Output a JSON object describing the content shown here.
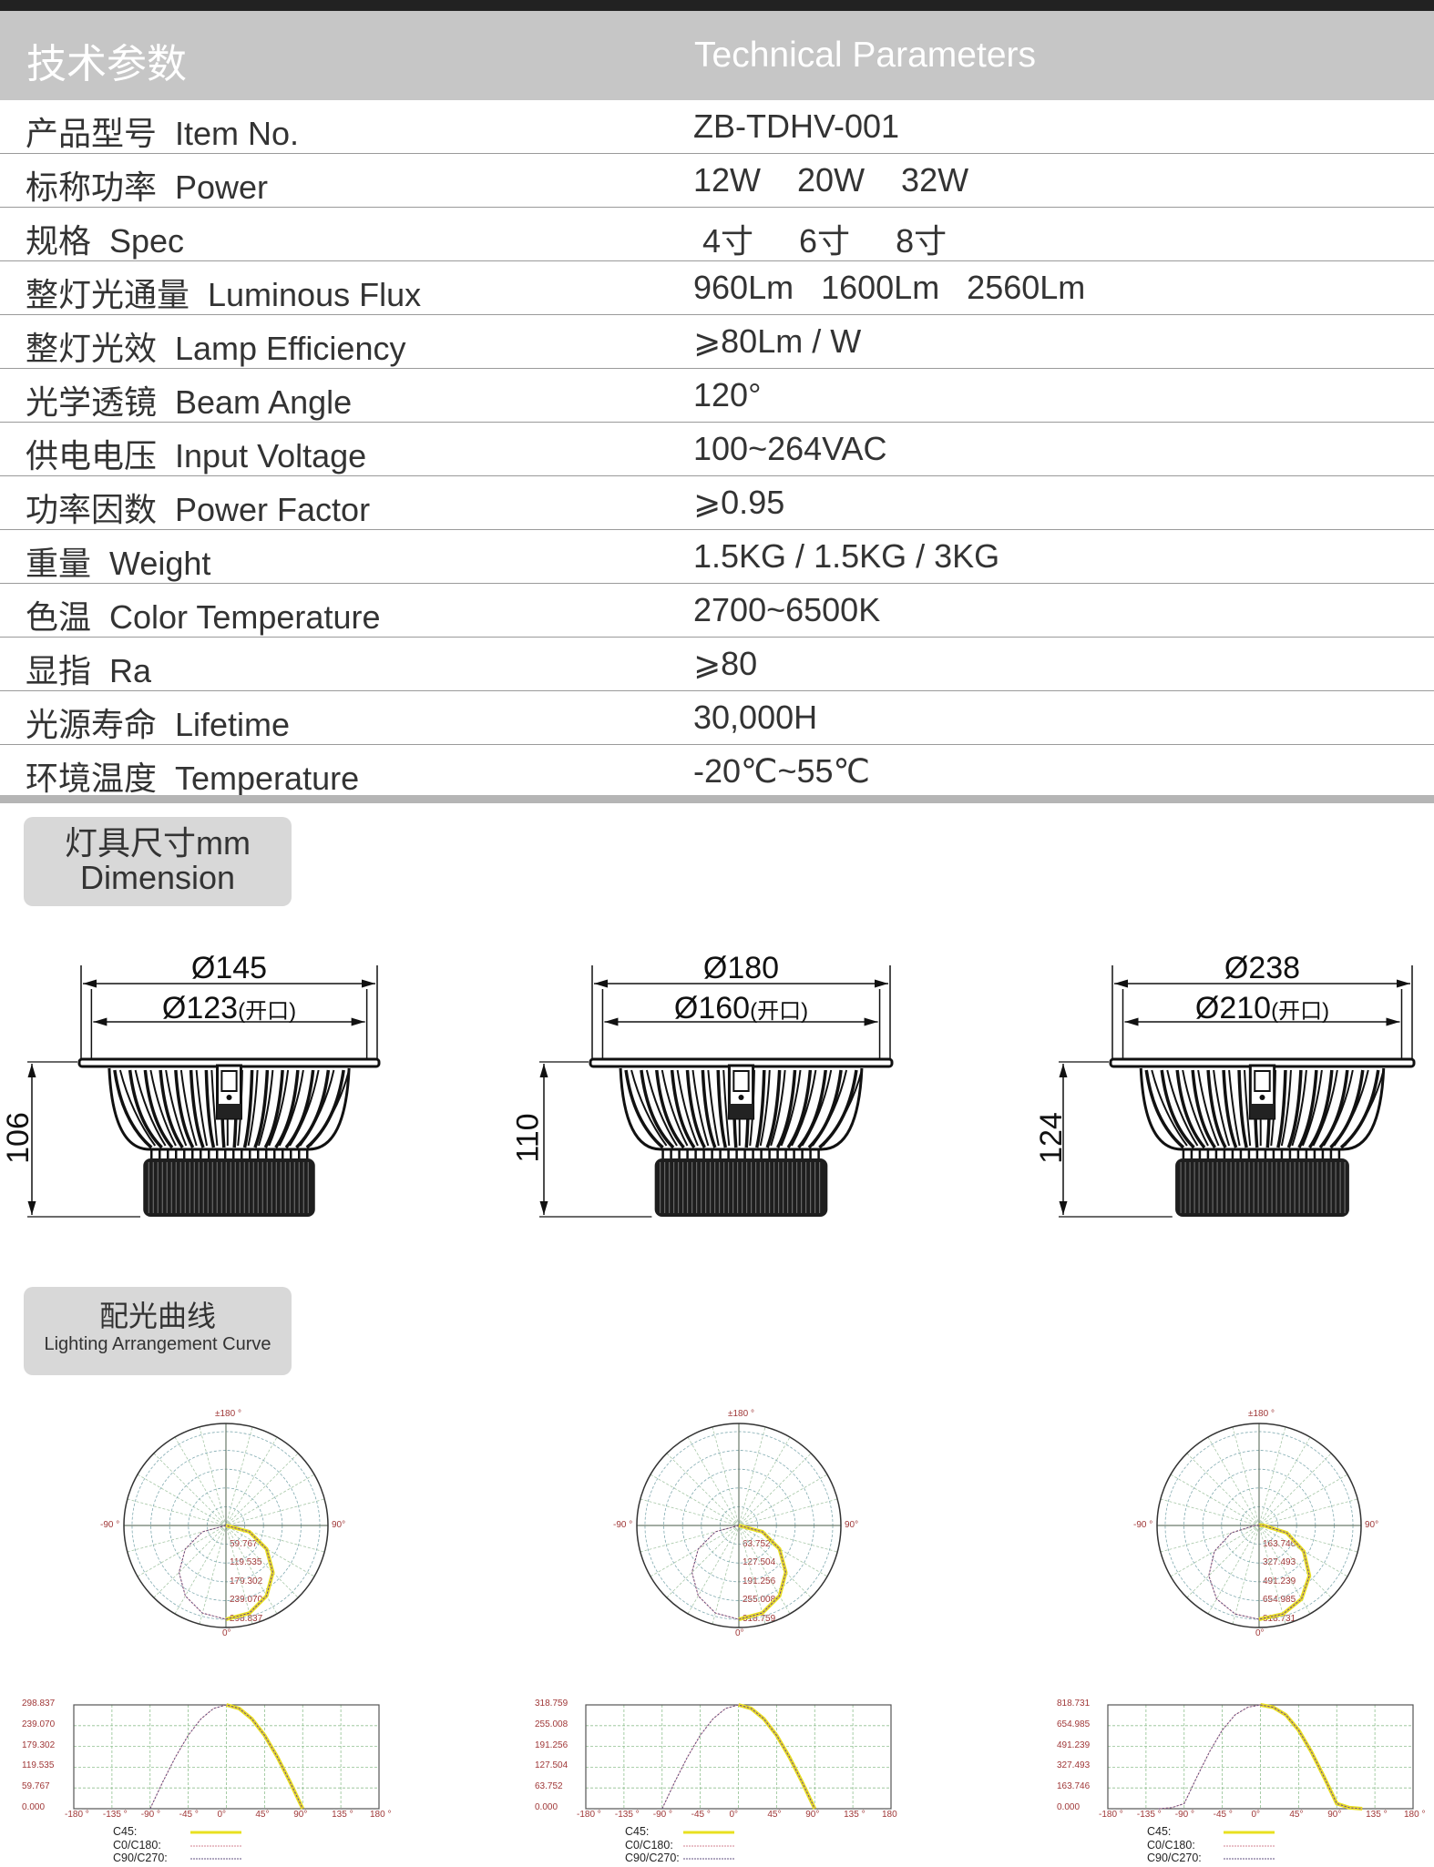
{
  "header": {
    "title_cn": "技术参数",
    "title_en": "Technical Parameters"
  },
  "rows": [
    {
      "label": "产品型号  Item No.",
      "value": "ZB-TDHV-001"
    },
    {
      "label": "标称功率  Power",
      "value": "12W    20W    32W"
    },
    {
      "label": "规格  Spec",
      "value": " 4寸     6寸     8寸"
    },
    {
      "label": "整灯光通量  Luminous Flux",
      "value": "960Lm   1600Lm   2560Lm"
    },
    {
      "label": "整灯光效  Lamp Efficiency",
      "value": "⩾80Lm / W"
    },
    {
      "label": "光学透镜  Beam Angle",
      "value": "120°"
    },
    {
      "label": "供电电压  Input Voltage",
      "value": "100~264VAC"
    },
    {
      "label": "功率因数  Power Factor",
      "value": "⩾0.95"
    },
    {
      "label": "重量  Weight",
      "value": "1.5KG / 1.5KG / 3KG"
    },
    {
      "label": "色温  Color Temperature",
      "value": "2700~6500K"
    },
    {
      "label": "显指  Ra",
      "value": "⩾80"
    },
    {
      "label": "光源寿命  Lifetime",
      "value": "30,000H"
    },
    {
      "label": "环境温度  Temperature",
      "value": "-20℃~55℃"
    }
  ],
  "dimension_badge": {
    "cn": "灯具尺寸mm",
    "en": "Dimension"
  },
  "lamps": [
    {
      "outer": "Ø145",
      "inner": "Ø123",
      "note": "(开口)",
      "height": "106"
    },
    {
      "outer": "Ø180",
      "inner": "Ø160",
      "note": "(开口)",
      "height": "110"
    },
    {
      "outer": "Ø238",
      "inner": "Ø210",
      "note": "(开口)",
      "height": "124"
    }
  ],
  "curve_badge": {
    "cn": "配光曲线",
    "en": "Lighting Arrangement Curve"
  },
  "colors": {
    "c45": "#e8e020",
    "c0": "#d08090",
    "c90": "#605080",
    "tick": "#a03838",
    "grid": "#90c090"
  },
  "legend": [
    "C45:",
    "C0/C180:",
    "C90/C270:"
  ],
  "chart_data": [
    {
      "type": "polar",
      "top_label": "±180 °",
      "left_label": "-90 °",
      "right_label": "90°",
      "bottom_label": "0°",
      "rings": [
        "59.767",
        "119.535",
        "179.302",
        "239.070",
        "298.837"
      ],
      "max": 298.837
    },
    {
      "type": "line",
      "ylim": [
        0,
        298.837
      ],
      "xlim": [
        -180,
        180
      ],
      "yticks": [
        "0.000",
        "59.767",
        "119.535",
        "179.302",
        "239.070",
        "298.837"
      ],
      "xticks": [
        "-180 °",
        "-135 °",
        "-90 °",
        "-45 °",
        "0°",
        "45°",
        "90°",
        "135 °",
        "180 °"
      ],
      "grid": true,
      "series": [
        {
          "name": "C45",
          "x": [
            0,
            15,
            30,
            45,
            60,
            75,
            90
          ],
          "y": [
            298.8,
            288.7,
            258.8,
            211.3,
            149.4,
            77.3,
            0
          ]
        },
        {
          "name": "C0/C180",
          "x": [
            -90,
            -75,
            -60,
            -45,
            -30,
            -15,
            0,
            15,
            30,
            45,
            60,
            75,
            90
          ],
          "y": [
            0,
            77.3,
            149.4,
            211.3,
            258.8,
            288.7,
            298.8,
            288.7,
            258.8,
            211.3,
            149.4,
            77.3,
            0
          ]
        },
        {
          "name": "C90/C270",
          "x": [
            -90,
            -75,
            -60,
            -45,
            -30,
            -15,
            0,
            15,
            30,
            45,
            60,
            75,
            90
          ],
          "y": [
            0,
            77.3,
            149.4,
            211.3,
            258.8,
            288.7,
            298.8,
            288.7,
            258.8,
            211.3,
            149.4,
            77.3,
            0
          ]
        }
      ]
    },
    {
      "type": "polar",
      "top_label": "±180 °",
      "left_label": "-90 °",
      "right_label": "90°",
      "bottom_label": "0°",
      "rings": [
        "63.752",
        "127.504",
        "191.256",
        "255.008",
        "318.759"
      ],
      "max": 318.759
    },
    {
      "type": "line",
      "ylim": [
        0,
        318.759
      ],
      "xlim": [
        -180,
        180
      ],
      "yticks": [
        "0.000",
        "63.752",
        "127.504",
        "191.256",
        "255.008",
        "318.759"
      ],
      "xticks": [
        "-180 °",
        "-135 °",
        "-90 °",
        "-45 °",
        "0°",
        "45°",
        "90°",
        "135 °",
        "180"
      ],
      "grid": true,
      "series": [
        {
          "name": "C45",
          "x": [
            0,
            15,
            30,
            45,
            60,
            75,
            90
          ],
          "y": [
            318.8,
            307.9,
            276.1,
            225.4,
            159.4,
            82.5,
            0
          ]
        },
        {
          "name": "C0/C180",
          "x": [
            -90,
            -75,
            -60,
            -45,
            -30,
            -15,
            0,
            15,
            30,
            45,
            60,
            75,
            90
          ],
          "y": [
            0,
            82.5,
            159.4,
            225.4,
            276.1,
            307.9,
            318.8,
            307.9,
            276.1,
            225.4,
            159.4,
            82.5,
            0
          ]
        },
        {
          "name": "C90/C270",
          "x": [
            -90,
            -75,
            -60,
            -45,
            -30,
            -15,
            0,
            15,
            30,
            45,
            60,
            75,
            90
          ],
          "y": [
            0,
            82.5,
            159.4,
            225.4,
            276.1,
            307.9,
            318.8,
            307.9,
            276.1,
            225.4,
            159.4,
            82.5,
            0
          ]
        }
      ]
    },
    {
      "type": "polar",
      "top_label": "±180 °",
      "left_label": "-90 °",
      "right_label": "90°",
      "bottom_label": "0°",
      "rings": [
        "163.746",
        "327.493",
        "491.239",
        "654.985",
        "818.731"
      ],
      "max": 818.731
    },
    {
      "type": "line",
      "ylim": [
        0,
        818.731
      ],
      "xlim": [
        -180,
        180
      ],
      "yticks": [
        "0.000",
        "163.746",
        "327.493",
        "491.239",
        "654.985",
        "818.731"
      ],
      "xticks": [
        "-180 °",
        "-135 °",
        "-90 °",
        "-45 °",
        "0°",
        "45°",
        "90°",
        "135 °",
        "180 °"
      ],
      "grid": true,
      "series": [
        {
          "name": "C45",
          "x": [
            0,
            15,
            30,
            45,
            60,
            75,
            90,
            105,
            120
          ],
          "y": [
            818.7,
            800,
            740,
            620,
            450,
            250,
            40,
            8,
            0
          ]
        },
        {
          "name": "C0/C180",
          "x": [
            -120,
            -105,
            -90,
            -75,
            -60,
            -45,
            -30,
            -15,
            0,
            15,
            30,
            45,
            60,
            75,
            90,
            105,
            120
          ],
          "y": [
            0,
            8,
            40,
            250,
            450,
            620,
            740,
            800,
            818.7,
            800,
            740,
            620,
            450,
            250,
            40,
            8,
            0
          ]
        },
        {
          "name": "C90/C270",
          "x": [
            -120,
            -105,
            -90,
            -75,
            -60,
            -45,
            -30,
            -15,
            0,
            15,
            30,
            45,
            60,
            75,
            90,
            105,
            120
          ],
          "y": [
            0,
            8,
            40,
            250,
            450,
            620,
            740,
            800,
            818.7,
            800,
            740,
            620,
            450,
            250,
            40,
            8,
            0
          ]
        }
      ]
    }
  ]
}
